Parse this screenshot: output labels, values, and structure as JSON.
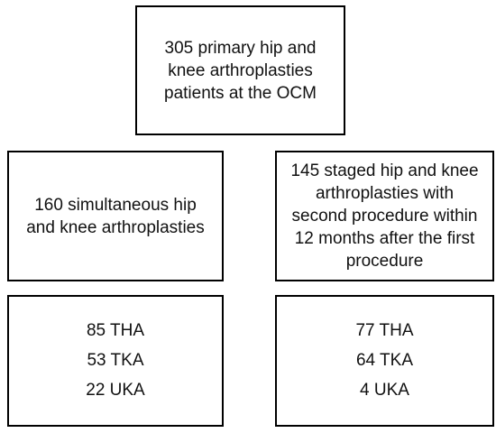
{
  "top_box": {
    "lines": [
      "305 primary hip and",
      "knee arthroplasties",
      "patients at the OCM"
    ]
  },
  "simultaneous_box": {
    "lines": [
      "160 simultaneous hip",
      "and knee arthroplasties"
    ]
  },
  "staged_box": {
    "lines": [
      "145 staged hip and knee",
      "arthroplasties with",
      "second procedure within",
      "12 months after the first",
      "procedure"
    ]
  },
  "simultaneous_breakdown": {
    "lines": [
      "85 THA",
      "53 TKA",
      "22 UKA"
    ]
  },
  "staged_breakdown": {
    "lines": [
      "77 THA",
      "64 TKA",
      "4 UKA"
    ]
  }
}
